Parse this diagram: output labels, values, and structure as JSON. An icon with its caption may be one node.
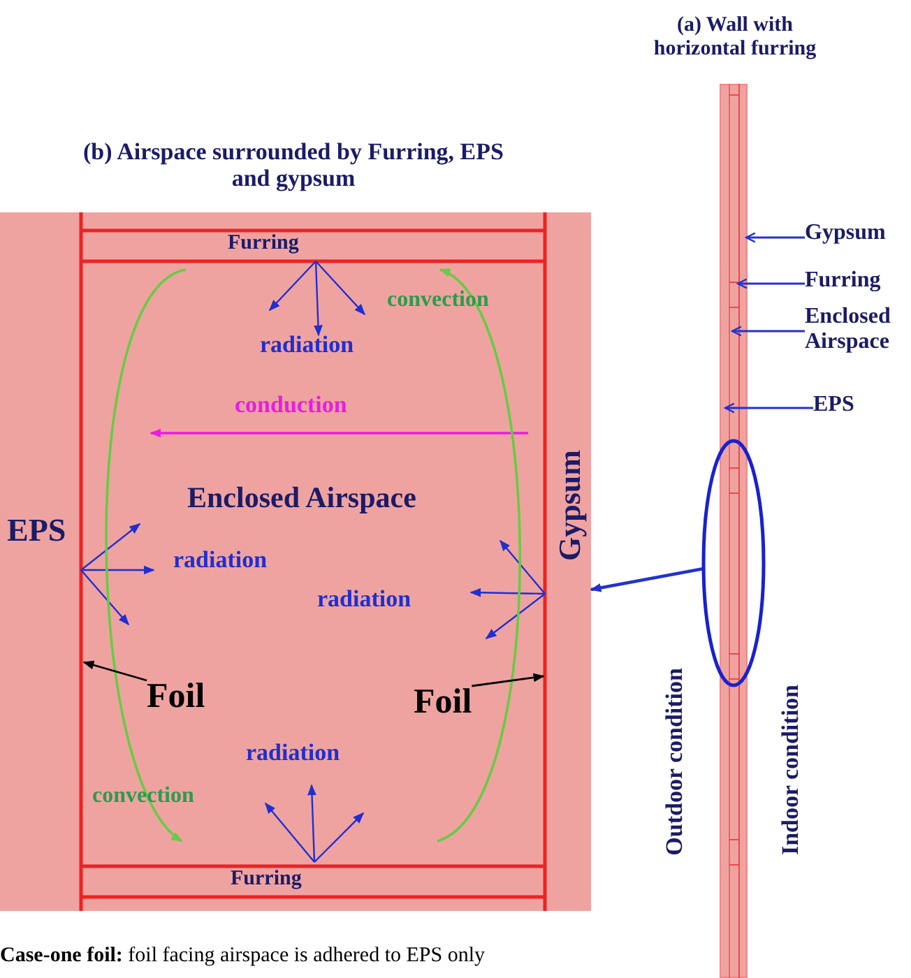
{
  "diagram": {
    "caption": "**Case-one foil:** foil facing airspace is adhered to EPS only",
    "nodes": [
      {
        "text": [
          "(a) Wall with horizontal furring"
        ]
      },
      {
        "text": [
          "Gypsum"
        ]
      },
      {
        "text": [
          "Furring"
        ]
      },
      {
        "text": [
          "Enclosed Airspace"
        ]
      },
      {
        "text": [
          "EPS"
        ]
      },
      {
        "text": [],
        "shape": "ellipse"
      },
      {
        "text": [
          "(b) Airspace surrounded by Furring, EPS and gypsum"
        ]
      },
      {
        "text": [
          "Foil"
        ],
        "in": 6
      },
      {
        "text": [
          "Foil"
        ],
        "in": 6
      }
    ],
    "edges": [
      {
        "from": 1,
        "to": 0,
        "arrow": "to"
      },
      {
        "from": 2,
        "to": 0,
        "arrow": "to"
      },
      {
        "from": 3,
        "to": 0,
        "arrow": "to"
      },
      {
        "from": 4,
        "to": 0,
        "arrow": "to"
      },
      {
        "from": 5,
        "to": 6,
        "arrow": "to"
      },
      {
        "from": 7,
        "to": null,
        "arrow": "to",
        "color": "#000000"
      },
      {
        "from": 8,
        "to": null,
        "arrow": "to",
        "color": "#000000"
      }
    ],
    "labels": [
      "Furring",
      "convection",
      "radiation",
      "conduction",
      "Gypsum",
      "Enclosed Airspace",
      "EPS",
      "radiation",
      "radiation",
      "radiation",
      "convection",
      "Furring",
      "Outdoor condition",
      "Indoor condition"
    ]
  }
}
